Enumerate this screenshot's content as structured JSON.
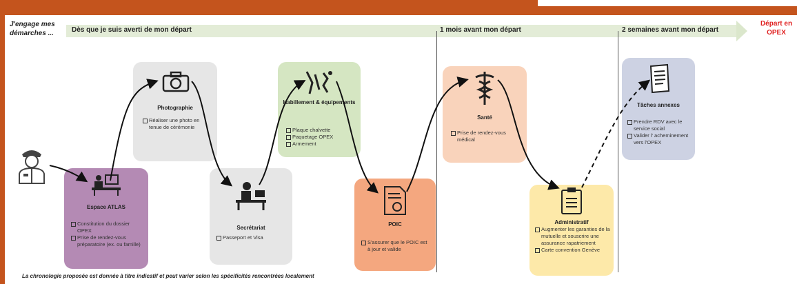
{
  "header": {
    "intro": "J'engage mes démarches ..."
  },
  "phases": [
    {
      "label": "Dès que je suis averti de mon départ"
    },
    {
      "label": "1 mois avant mon départ"
    },
    {
      "label": "2 semaines avant mon départ"
    }
  ],
  "destination": {
    "label": "Départ en OPEX"
  },
  "steps": [
    {
      "title": "Espace ATLAS",
      "icon": "desk-computer-icon",
      "color": "#b48ab4",
      "items": [
        "Constitution du dossier OPEX",
        "Prise de rendez-vous préparatoire (ex. ou famille)"
      ]
    },
    {
      "title": "Photographie",
      "icon": "camera-icon",
      "color": "#e6e6e6",
      "items": [
        "Réaliser une photo en tenue de cérémonie"
      ]
    },
    {
      "title": "Secrétariat",
      "icon": "secretary-icon",
      "color": "#e6e6e6",
      "items": [
        "Passeport et Visa"
      ]
    },
    {
      "title": "Habillement & équipements",
      "icon": "tools-icon",
      "color": "#d5e6c2",
      "items": [
        "Plaque chalvette",
        "Paquetage OPEX",
        "Armement"
      ]
    },
    {
      "title": "POIC",
      "icon": "certificate-icon",
      "color": "#f4a77f",
      "items": [
        "S'assurer que le POIC est à jour et valide"
      ]
    },
    {
      "title": "Santé",
      "icon": "caduceus-icon",
      "color": "#f9d3bb",
      "items": [
        "Prise de rendez-vous médical"
      ]
    },
    {
      "title": "Administratif",
      "icon": "clipboard-icon",
      "color": "#fde9a9",
      "items": [
        "Augmenter les garanties de la mutuelle et souscrire une assurance rapatriement",
        "Carte convention Genève"
      ]
    },
    {
      "title": "Tâches annexes",
      "icon": "document-icon",
      "color": "#cdd2e3",
      "items": [
        "Prendre RDV avec le service social",
        "Valider l' acheminement vers l'OPEX"
      ]
    }
  ],
  "footnote": "La chronologie proposée est donnée à titre indicatif et peut varier selon les spécificités rencontrées localement"
}
